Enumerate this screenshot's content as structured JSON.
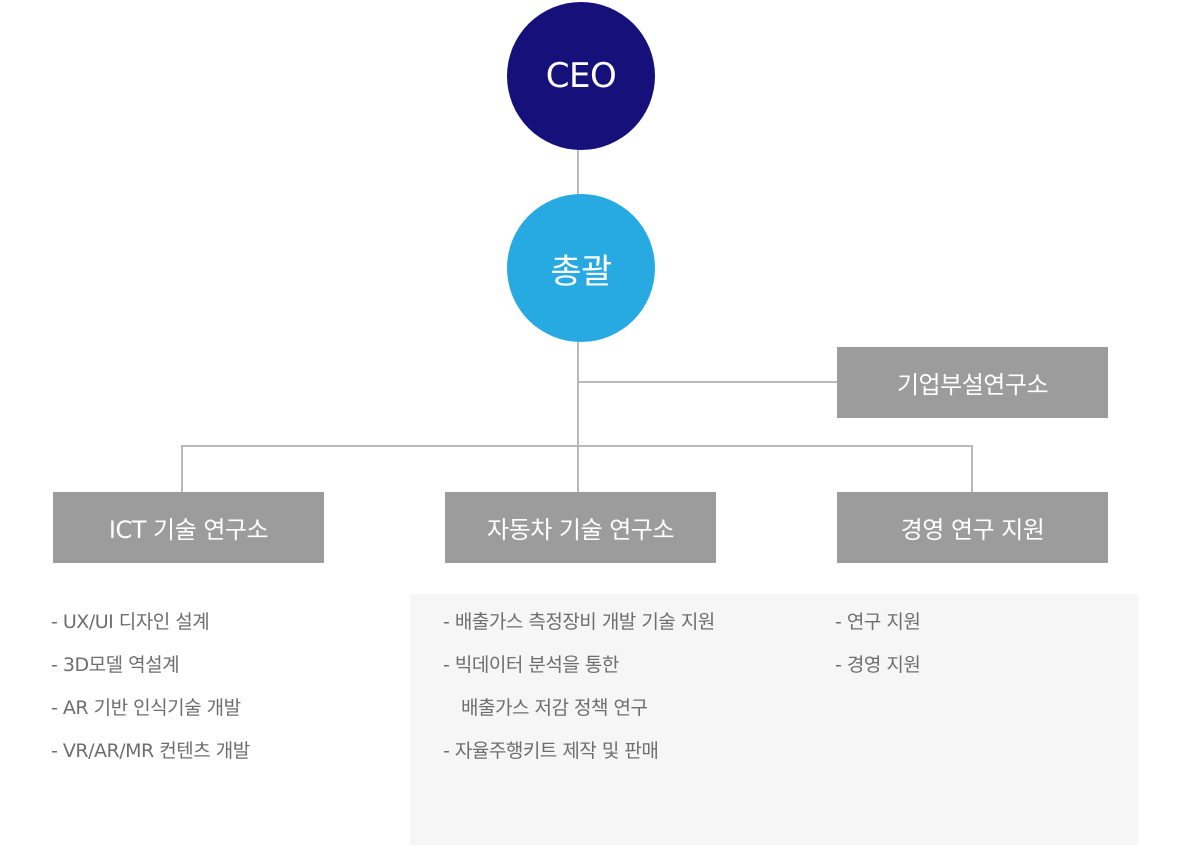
{
  "nodes": {
    "ceo": "CEO",
    "general": "총괄",
    "lab": "기업부설연구소"
  },
  "departments": [
    {
      "title": "ICT 기술 연구소",
      "items": [
        "- UX/UI 디자인 설계",
        "- 3D모델 역설계",
        "- AR 기반 인식기술 개발",
        "- VR/AR/MR 컨텐츠 개발"
      ]
    },
    {
      "title": "자동차 기술 연구소",
      "items": [
        "- 배출가스 측정장비 개발 기술 지원",
        "- 빅데이터 분석을 통한",
        "배출가스 저감 정책 연구",
        "- 자율주행키트 제작 및 판매"
      ]
    },
    {
      "title": "경영 연구 지원",
      "items": [
        "- 연구 지원",
        "- 경영 지원"
      ]
    }
  ],
  "colors": {
    "ceo": "#15107a",
    "general": "#27a9e1",
    "box": "#9c9c9c",
    "line": "#b9b9b9",
    "panel": "#f6f6f6",
    "text": "#6e6e6e"
  }
}
